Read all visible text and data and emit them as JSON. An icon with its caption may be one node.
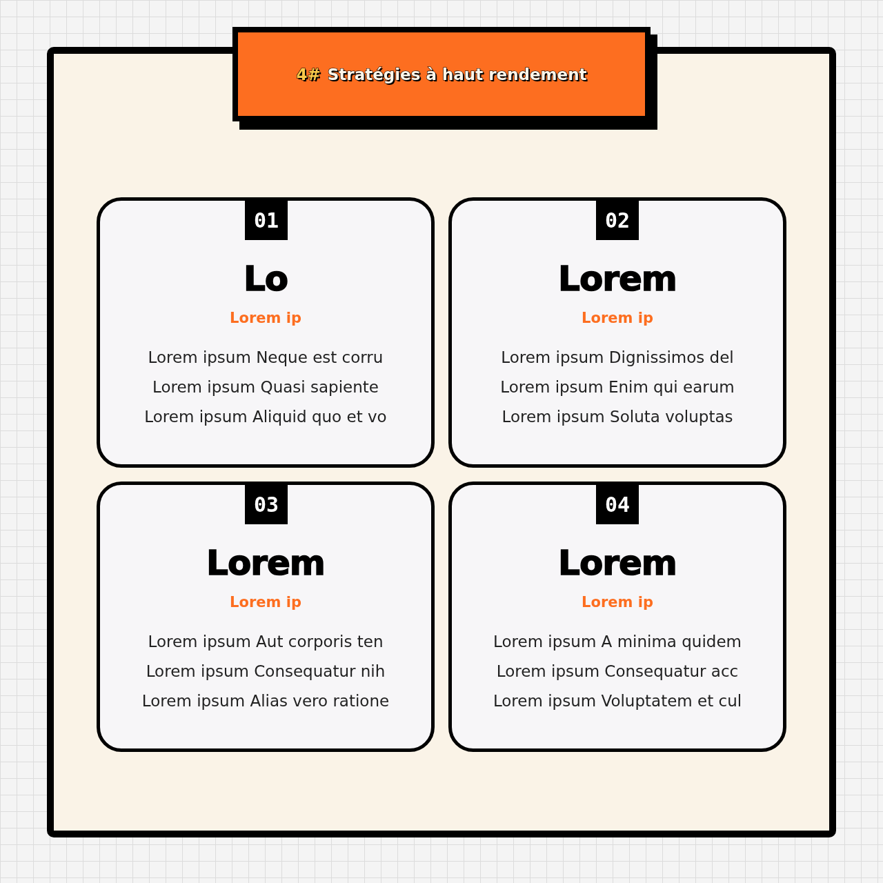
{
  "diagram": {
    "nodes": [
      {
        "text": [
          "4#",
          "Stratégies à haut rendement"
        ]
      },
      {
        "text": [
          "01",
          "Lo",
          "Lorem ip",
          "Lorem ipsum Neque est corru",
          "Lorem ipsum Quasi sapiente",
          "Lorem ipsum Aliquid quo et vo"
        ]
      },
      {
        "text": [
          "02",
          "Lorem",
          "Lorem ip",
          "Lorem ipsum Dignissimos del",
          "Lorem ipsum Enim qui earum",
          "Lorem ipsum Soluta voluptas"
        ]
      },
      {
        "text": [
          "03",
          "Lorem",
          "Lorem ip",
          "Lorem ipsum Aut corporis ten",
          "Lorem ipsum Consequatur nih",
          "Lorem ipsum Alias vero ratione"
        ]
      },
      {
        "text": [
          "04",
          "Lorem",
          "Lorem ip",
          "Lorem ipsum A minima quidem",
          "Lorem ipsum Consequatur acc",
          "Lorem ipsum Voluptatem et cul"
        ]
      }
    ]
  }
}
